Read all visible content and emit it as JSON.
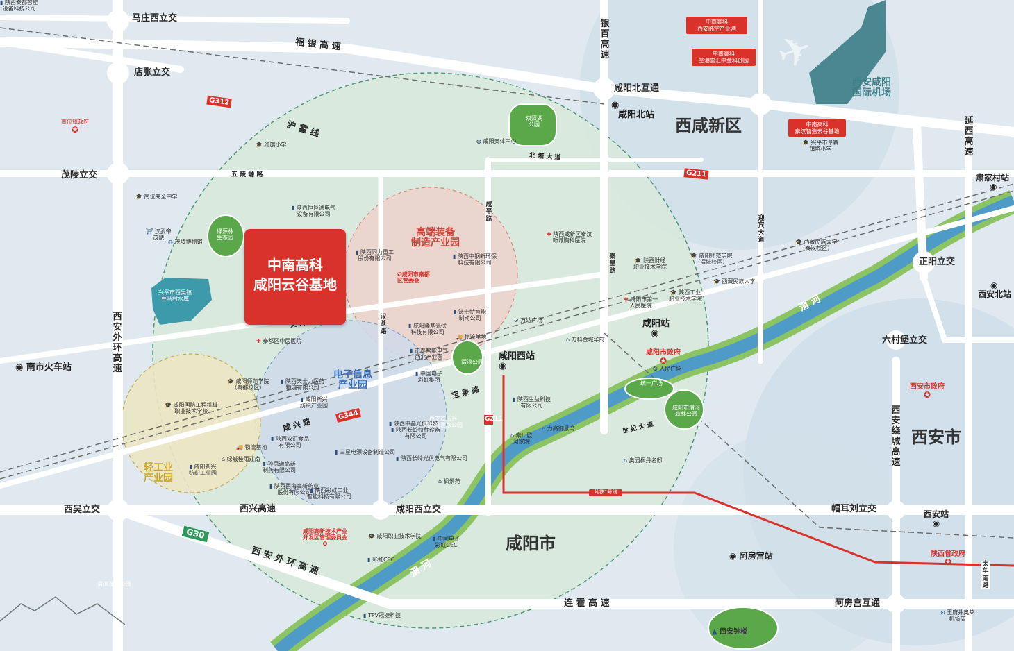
{
  "roads": {
    "mazhuang": "马庄西立交",
    "fuyin": "福 银 高 速",
    "dianzhang": "店张立交",
    "g312": "G312",
    "huhuo": "沪 霍 线",
    "maoling": "茂陵立交",
    "wuling": "五 陵 塬 路",
    "xi_ring_v": "西安外环高速",
    "wenxing": "文 兴 路",
    "xinxing": "咸 兴 路",
    "g344": "G344",
    "baoquan": "宝 泉 路",
    "g211v": "G211",
    "g211": "G211",
    "hansi": "汉 苍 路",
    "xianping": "咸 平 路",
    "beitang": "北 塘 大 道",
    "yinbai": "银百高速",
    "xianyang_north_ic": "咸阳北互通",
    "qinhuang": "秦 皇 路",
    "yingbin": "迎宾大道",
    "shiji": "世 纪 大 道",
    "xiwu": "西吴立交",
    "xixing": "西兴高速",
    "xianyangxi_ic": "咸阳西立交",
    "g30": "G30",
    "xi_ring": "西 安 外 环 高 速",
    "lianhuo": "连 霍 高 速",
    "maoerliu": "帽耳刘立交",
    "epanggong_ic": "阿房宫互通",
    "zhengyang": "正阳立交",
    "liucunbao": "六村堡立交",
    "xi_rao_v": "西安绕城高速",
    "yanxi_v": "延西高速",
    "taihua_v": "太华南路",
    "metro1": "地铁1号线"
  },
  "stations": {
    "nanshi": "南市火车站",
    "xianyang_north": "咸阳北站",
    "xianyang": "咸阳站",
    "xianyang_west": "咸阳西站",
    "epanggong": "阿房宫站",
    "xian": "西安站",
    "xian_north": "西安北站",
    "sujiacun": "肃家村站"
  },
  "districts": {
    "xixian": "西咸新区",
    "xianyang_city": "咸阳市",
    "xian_city": "西安市"
  },
  "project": {
    "line1": "中南高科",
    "line2": "咸阳云谷基地"
  },
  "zones": {
    "equip": "高端装备\n制造产业园",
    "elec": "电子信息\n产业园",
    "light": "轻工业\n产业园"
  },
  "red_boxes": {
    "airport_port": "中南高科\n西安临空产业港",
    "airport_hub": "中南高科\n空港普汇中金科创园",
    "qinhan": "中南高科\n秦汉智造云谷基地"
  },
  "gov": {
    "nanwei": "南位镇政府",
    "xianyang_gov": "咸阳市政府",
    "xian_gov": "西安市政府",
    "shaanxi_gov": "陕西省政府",
    "qindu_mgmt": "咸阳市秦都\n区管委会",
    "hitech_mgmt": "咸阳高新技术产业\n开发区管理委员会"
  },
  "rivers": {
    "wei1": "渭 河",
    "wei2": "渭 河"
  },
  "airport": "西安咸阳\n国际机场",
  "pois": [
    {
      "t": "红旗小学",
      "k": "school"
    },
    {
      "t": "南位完全中学",
      "k": "school"
    },
    {
      "t": "汉武帝\n茂陵",
      "k": "relic"
    },
    {
      "t": "茂陵博物馆",
      "k": "museum"
    },
    {
      "t": "绿源林\n生态园",
      "k": "park"
    },
    {
      "t": "兴平市西吴镇\n豆马村水库",
      "k": "lake"
    },
    {
      "t": "陕西恒巨通电气\n设备有限公司",
      "k": "co"
    },
    {
      "t": "陕西同力重工\n股份有限公司",
      "k": "co"
    },
    {
      "t": "咸阳奥体中心",
      "k": "venue"
    },
    {
      "t": "双照湖\n公园",
      "k": "park"
    },
    {
      "t": "陕西中钢新环保\n科技有限公司",
      "k": "co"
    },
    {
      "t": "陕西咸新区秦汉\n新城胸科医院",
      "k": "hospital"
    },
    {
      "t": "陕西财经\n职业技术学院",
      "k": "school"
    },
    {
      "t": "咸阳师范学院\n（渭城校区）",
      "k": "school"
    },
    {
      "t": "西藏民族大学\n（秦汉校区）",
      "k": "school"
    },
    {
      "t": "西藏民族大学",
      "k": "school"
    },
    {
      "t": "陕西工业\n职业技术学院",
      "k": "school"
    },
    {
      "t": "咸阳市第一\n人民医院",
      "k": "hospital"
    },
    {
      "t": "万达广场",
      "k": "mall"
    },
    {
      "t": "万科金域华府",
      "k": "res"
    },
    {
      "t": "秦都区中医医院",
      "k": "hospital"
    },
    {
      "t": "咸阳师范学院\n（秦都校区）",
      "k": "school"
    },
    {
      "t": "咸阳国防工程机械\n职业技术学校",
      "k": "school"
    },
    {
      "t": "陕西天士力医药\n物流有限公司",
      "k": "co"
    },
    {
      "t": "咸阳新兴\n纺织产业园",
      "k": "co"
    },
    {
      "t": "咸阳隆基光伏\n科技有限公司",
      "k": "co"
    },
    {
      "t": "法士特智能\n制动公司",
      "k": "co"
    },
    {
      "t": "物流基地",
      "k": "logistics"
    },
    {
      "t": "正泰智能电气\n西北产业园",
      "k": "co"
    },
    {
      "t": "中国电子\n彩虹集团",
      "k": "co"
    },
    {
      "t": "渭滨公园",
      "k": "park"
    },
    {
      "t": "人民广场",
      "k": "plaza"
    },
    {
      "t": "统一广场",
      "k": "park"
    },
    {
      "t": "咸阳市渭河\n森林公园",
      "k": "park"
    },
    {
      "t": "物流基地",
      "k": "logistics"
    },
    {
      "t": "咸阳新兴\n纺织工业园",
      "k": "co"
    },
    {
      "t": "绿城桂雨江南",
      "k": "res"
    },
    {
      "t": "陕西双汇食品\n有限公司",
      "k": "co"
    },
    {
      "t": "孙思邈高新\n制药有限公司",
      "k": "co"
    },
    {
      "t": "陕西西海高新药业\n股份有限公司",
      "k": "co"
    },
    {
      "t": "陕西彩虹工业\n智能科技有限公司",
      "k": "co"
    },
    {
      "t": "陕西长岭特种设备\n有限公司",
      "k": "co"
    },
    {
      "t": "陕西中晶光伏科技",
      "k": "co"
    },
    {
      "t": "陕西长岭光伏电气有限公司",
      "k": "co"
    },
    {
      "t": "三星电源设备制造公司",
      "k": "co"
    },
    {
      "t": "陕西生益科技\n有限公司",
      "k": "co"
    },
    {
      "t": "秦川欧\n河家院",
      "k": "res"
    },
    {
      "t": "力高御景湾",
      "k": "res"
    },
    {
      "t": "枫景苑",
      "k": "res"
    },
    {
      "t": "奥园枫丹名邸",
      "k": "res"
    },
    {
      "t": "咸阳职业技术学院",
      "k": "school"
    },
    {
      "t": "中国电子\n彩虹CEC",
      "k": "co"
    },
    {
      "t": "彩虹CEC",
      "k": "co"
    },
    {
      "t": "TPV冠捷科技",
      "k": "co"
    },
    {
      "t": "渭滨湿地公园",
      "k": "park"
    },
    {
      "t": "兴平市阜寨\n镇塔小学",
      "k": "school"
    },
    {
      "t": "王府井奥莱\n机场店",
      "k": "mall"
    },
    {
      "t": "西安钟楼",
      "k": "landmark"
    },
    {
      "t": "西安欢乐谷\n阿房湾湿水公园",
      "k": "park"
    },
    {
      "t": "陕西秦都智能\n设备科技公司",
      "k": "co"
    }
  ],
  "colors": {
    "bg": "#dfe9ef",
    "green_zone": "#d9e9dd",
    "equip_zone": "#efd2cd",
    "elec_zone": "#cfdceb",
    "light_zone": "#ece6c4",
    "red": "#d9322b",
    "river": "#4f9bc8",
    "riverbank": "#8cc463"
  }
}
